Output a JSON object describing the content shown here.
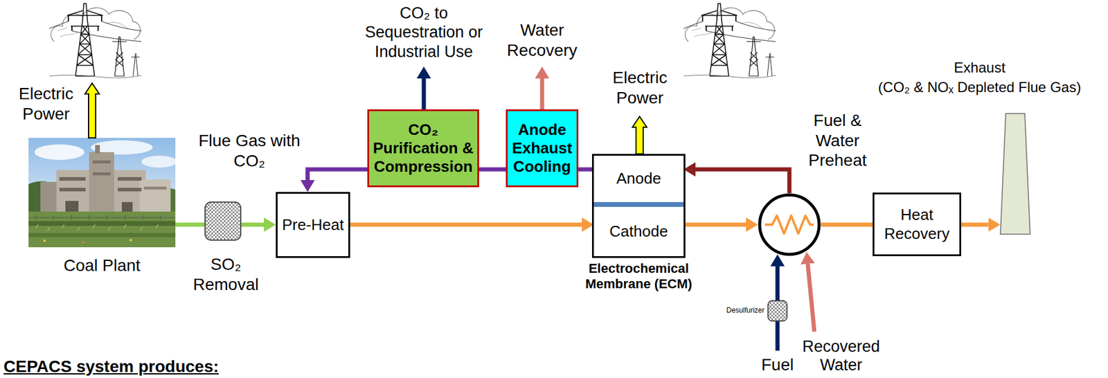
{
  "diagram": {
    "nodes": [
      {
        "text": [
          "Coal Plant"
        ]
      },
      {
        "text": [
          "Pre-Heat"
        ]
      },
      {
        "text": [
          "CO₂ Purification & Compression"
        ]
      },
      {
        "text": [
          "Anode Exhaust Cooling"
        ]
      },
      {
        "text": [
          "Electrochemical Membrane (ECM)"
        ]
      },
      {
        "text": [
          "Anode"
        ],
        "in": 4
      },
      {
        "text": [
          "Cathode"
        ],
        "in": 4
      },
      {
        "text": [
          "Fuel & Water Preheat"
        ]
      },
      {
        "text": [
          "Heat Recovery"
        ]
      },
      {
        "text": [
          "Exhaust",
          "(CO₂ & NOₓ Depleted Flue Gas)"
        ]
      }
    ],
    "edges": [
      {
        "from": 0,
        "to": 1,
        "arrow": "to"
      },
      {
        "from": 1,
        "to": 6,
        "arrow": "to"
      },
      {
        "from": 5,
        "to": 3,
        "arrow": "none"
      },
      {
        "from": 3,
        "to": 2,
        "arrow": "none"
      },
      {
        "from": 2,
        "to": 1,
        "arrow": "to"
      },
      {
        "from": 6,
        "to": 7,
        "arrow": "to"
      },
      {
        "from": 7,
        "to": 5,
        "arrow": "to"
      },
      {
        "from": 7,
        "to": 8,
        "arrow": "none"
      },
      {
        "from": 8,
        "to": 9,
        "arrow": "to"
      }
    ],
    "labels": [
      "Electric Power",
      "Flue Gas with CO₂",
      "SO₂ Removal",
      "CO₂ to Sequestration or Industrial Use",
      "Water Recovery",
      "Electric Power",
      "Desulfurizer",
      "Fuel",
      "Recovered Water",
      "CEPACS system produces:"
    ]
  }
}
